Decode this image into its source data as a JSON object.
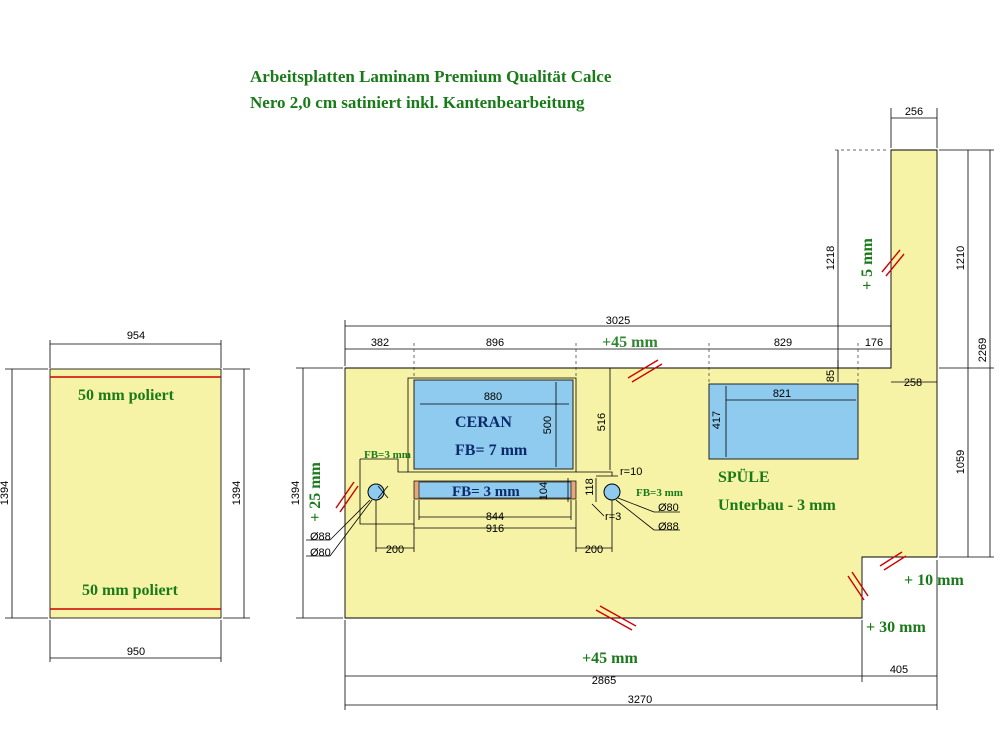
{
  "title": {
    "line1": "Arbeitsplatten Laminam Premium Qualität Calce",
    "line2": "Nero 2,0 cm satiniert inkl. Kantenbearbeitung"
  },
  "colors": {
    "slab": "#f6f3a6",
    "cutout": "#8ecbef",
    "edge_mark": "#d10000",
    "annotation": "#1a7a1a",
    "cutout_label": "#0b2a6b",
    "strip": "#e7a77a"
  },
  "left_panel": {
    "top_width": "954",
    "bottom_width": "950",
    "height_left": "1394",
    "height_right": "1394",
    "top_edge": "50 mm poliert",
    "bottom_edge": "50 mm poliert"
  },
  "main_panel": {
    "overall_width": "3025",
    "segments": [
      "382",
      "896",
      "829",
      "176"
    ],
    "total_height": "2269",
    "upright_width": "256",
    "upright_height_left": "1218",
    "upright_height_right": "1210",
    "right_height": "1059",
    "left_height": "1394",
    "small_dim": "85",
    "width_258": "258",
    "bottom_inner": "2865",
    "bottom_total": "3270",
    "bottom_right": "405",
    "ceran": {
      "width": "880",
      "height": "500",
      "label": "CERAN",
      "fb": "FB= 7 mm",
      "depth": "516"
    },
    "strip": {
      "label": "FB= 3 mm",
      "inner": "844",
      "outer": "916",
      "h1": "104",
      "h2": "118"
    },
    "sink": {
      "width": "821",
      "height": "417",
      "label": "SPÜLE",
      "sub": "Unterbau - 3 mm"
    },
    "holes": {
      "fb_left": "FB=3 mm",
      "fb_right": "FB=3 mm",
      "d88_left": "Ø88",
      "d80_left": "Ø80",
      "d80_right": "Ø80",
      "d88_right": "Ø88",
      "r10": "r=10",
      "r3": "r=3",
      "off_left": "200",
      "off_mid": "200"
    },
    "allowances": {
      "top": "+45 mm",
      "top_ghost": "+45 mm",
      "upright": "+ 5 mm",
      "left": "+ 25 mm",
      "right_step": "+ 10 mm",
      "right_bottom": "+ 30 mm",
      "bottom": "+45 mm"
    }
  }
}
